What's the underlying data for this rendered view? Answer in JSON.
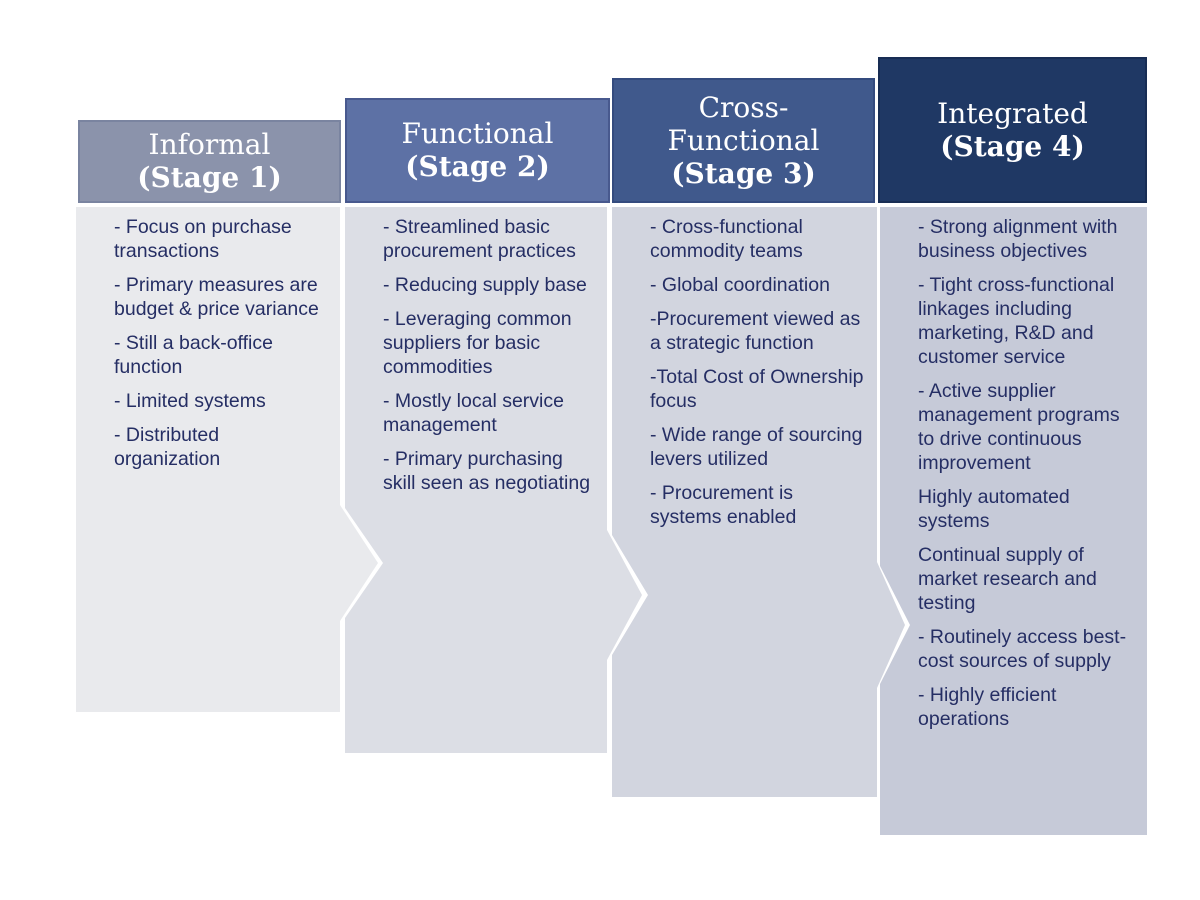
{
  "colors": {
    "background": "#FFFFFF",
    "header_text": "#FFFFFF",
    "body_text": "#252E64"
  },
  "stages": [
    {
      "name": "Informal",
      "stage_label": "(Stage 1)",
      "header_color": "#8B93AB",
      "header_border_color": "#7A84A0",
      "body_color": "#E9EAED",
      "bullets": [
        "- Focus on purchase transactions",
        "- Primary measures are budget & price variance",
        "- Still a back-office function",
        "- Limited systems",
        "- Distributed organization"
      ]
    },
    {
      "name": "Functional",
      "stage_label": "(Stage 2)",
      "header_color": "#5D71A5",
      "header_border_color": "#48598E",
      "body_color": "#DCDEE5",
      "bullets": [
        "- Streamlined basic procurement practices",
        "- Reducing supply base",
        "- Leveraging common suppliers for basic commodities",
        "- Mostly local service management",
        "- Primary purchasing skill seen as negotiating"
      ]
    },
    {
      "name": "Cross-Functional",
      "stage_label": "(Stage 3)",
      "header_color": "#40598C",
      "header_border_color": "#344B7E",
      "body_color": "#D2D5DF",
      "bullets": [
        "- Cross-functional commodity teams",
        "- Global coordination",
        "-Procurement viewed as a strategic function",
        "-Total Cost of Ownership focus",
        "- Wide range of sourcing levers utilized",
        "- Procurement is systems enabled"
      ]
    },
    {
      "name": "Integrated",
      "stage_label": "(Stage 4)",
      "header_color": "#1F3864",
      "header_border_color": "#182D54",
      "body_color": "#C6CAD8",
      "bullets": [
        "- Strong alignment with business objectives",
        "- Tight cross-functional linkages including marketing, R&D and customer service",
        "- Active supplier management programs to drive continuous improvement",
        "Highly automated systems",
        "Continual supply of market research and testing",
        "- Routinely access best-cost sources of supply",
        "- Highly efficient operations"
      ]
    }
  ]
}
